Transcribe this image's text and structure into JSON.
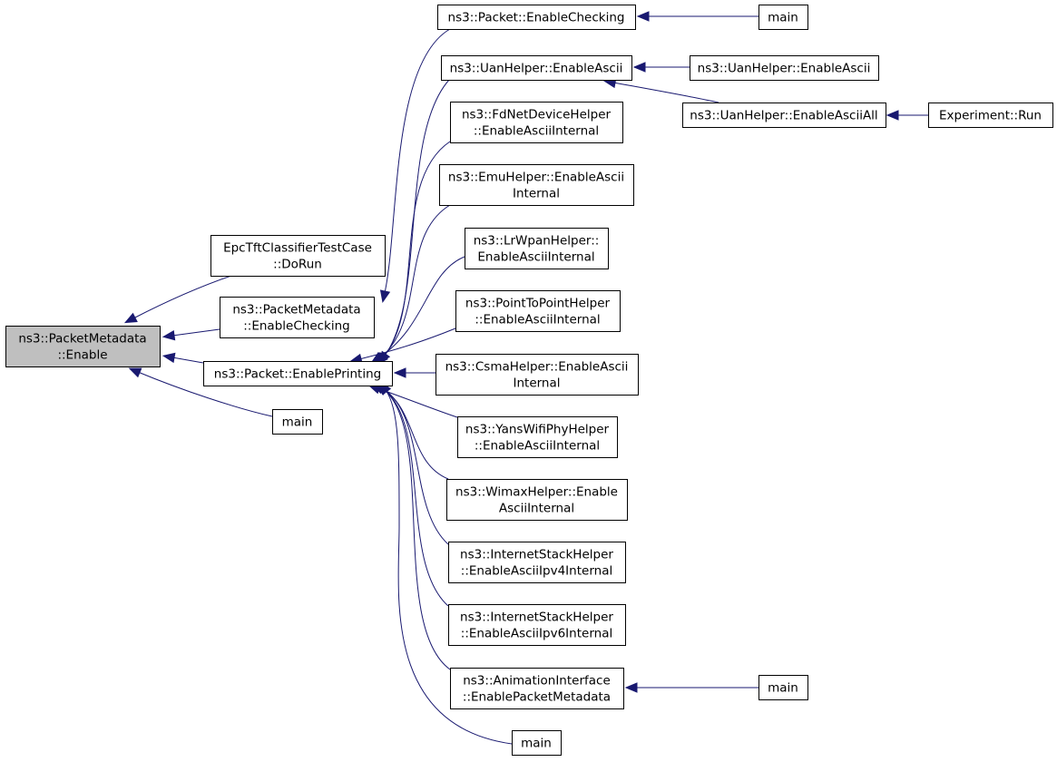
{
  "graph": {
    "nodes": [
      {
        "id": "root",
        "lines": [
          "ns3::PacketMetadata",
          "::Enable"
        ]
      },
      {
        "id": "epc",
        "lines": [
          "EpcTftClassifierTestCase",
          "::DoRun"
        ]
      },
      {
        "id": "pmcheck",
        "lines": [
          "ns3::PacketMetadata",
          "::EnableChecking"
        ]
      },
      {
        "id": "printing",
        "lines": [
          "ns3::Packet::EnablePrinting"
        ]
      },
      {
        "id": "main1",
        "lines": [
          "main"
        ]
      },
      {
        "id": "pcheck",
        "lines": [
          "ns3::Packet::EnableChecking"
        ]
      },
      {
        "id": "main2",
        "lines": [
          "main"
        ]
      },
      {
        "id": "uan",
        "lines": [
          "ns3::UanHelper::EnableAscii"
        ]
      },
      {
        "id": "uan2",
        "lines": [
          "ns3::UanHelper::EnableAscii"
        ]
      },
      {
        "id": "uanall",
        "lines": [
          "ns3::UanHelper::EnableAsciiAll"
        ]
      },
      {
        "id": "exprun",
        "lines": [
          "Experiment::Run"
        ]
      },
      {
        "id": "fd",
        "lines": [
          "ns3::FdNetDeviceHelper",
          "::EnableAsciiInternal"
        ]
      },
      {
        "id": "emu",
        "lines": [
          "ns3::EmuHelper::EnableAscii",
          "Internal"
        ]
      },
      {
        "id": "lrwpan",
        "lines": [
          "ns3::LrWpanHelper::",
          "EnableAsciiInternal"
        ]
      },
      {
        "id": "p2p",
        "lines": [
          "ns3::PointToPointHelper",
          "::EnableAsciiInternal"
        ]
      },
      {
        "id": "csma",
        "lines": [
          "ns3::CsmaHelper::EnableAscii",
          "Internal"
        ]
      },
      {
        "id": "yans",
        "lines": [
          "ns3::YansWifiPhyHelper",
          "::EnableAsciiInternal"
        ]
      },
      {
        "id": "wimax",
        "lines": [
          "ns3::WimaxHelper::Enable",
          "AsciiInternal"
        ]
      },
      {
        "id": "ipv4",
        "lines": [
          "ns3::InternetStackHelper",
          "::EnableAsciiIpv4Internal"
        ]
      },
      {
        "id": "ipv6",
        "lines": [
          "ns3::InternetStackHelper",
          "::EnableAsciiIpv6Internal"
        ]
      },
      {
        "id": "anim",
        "lines": [
          "ns3::AnimationInterface",
          "::EnablePacketMetadata"
        ]
      },
      {
        "id": "main3",
        "lines": [
          "main"
        ]
      },
      {
        "id": "main4",
        "lines": [
          "main"
        ]
      }
    ],
    "edges": [
      {
        "from": "epc",
        "to": "root"
      },
      {
        "from": "pmcheck",
        "to": "root"
      },
      {
        "from": "printing",
        "to": "root"
      },
      {
        "from": "main1",
        "to": "root"
      },
      {
        "from": "pcheck",
        "to": "pmcheck"
      },
      {
        "from": "main2",
        "to": "pcheck"
      },
      {
        "from": "uan",
        "to": "printing"
      },
      {
        "from": "uan2",
        "to": "uan"
      },
      {
        "from": "uanall",
        "to": "uan"
      },
      {
        "from": "exprun",
        "to": "uanall"
      },
      {
        "from": "fd",
        "to": "printing"
      },
      {
        "from": "emu",
        "to": "printing"
      },
      {
        "from": "lrwpan",
        "to": "printing"
      },
      {
        "from": "p2p",
        "to": "printing"
      },
      {
        "from": "csma",
        "to": "printing"
      },
      {
        "from": "yans",
        "to": "printing"
      },
      {
        "from": "wimax",
        "to": "printing"
      },
      {
        "from": "ipv4",
        "to": "printing"
      },
      {
        "from": "ipv6",
        "to": "printing"
      },
      {
        "from": "anim",
        "to": "printing"
      },
      {
        "from": "main3",
        "to": "anim"
      },
      {
        "from": "main4",
        "to": "printing"
      }
    ]
  }
}
